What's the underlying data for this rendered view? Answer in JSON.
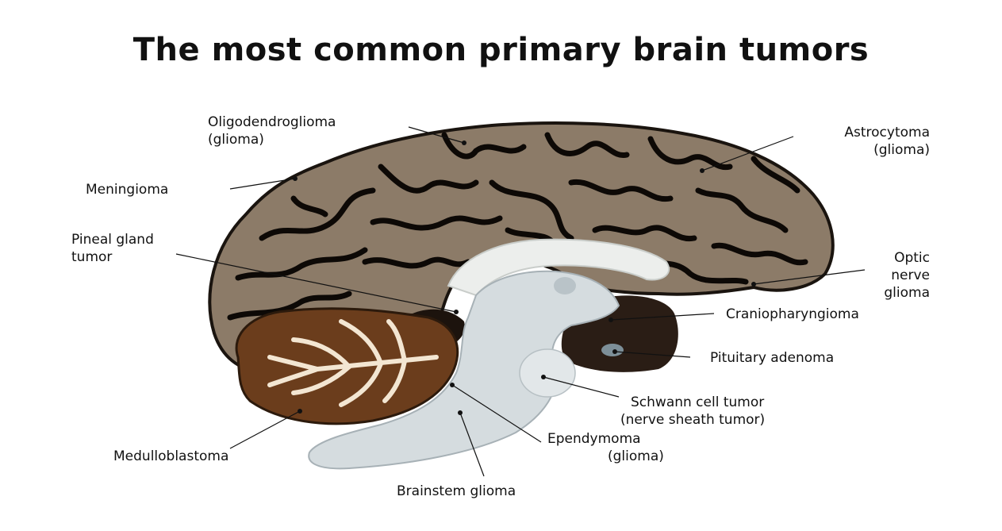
{
  "title": "The most common primary brain tumors",
  "labels": {
    "oligodendroglioma": [
      "Oligodendroglioma",
      "(glioma)"
    ],
    "astrocytoma": [
      "Astrocytoma",
      "(glioma)"
    ],
    "meningioma": [
      "Meningioma"
    ],
    "pineal": [
      "Pineal gland",
      "tumor"
    ],
    "optic": [
      "Optic",
      "nerve",
      "glioma"
    ],
    "craniopharyngioma": [
      "Craniopharyngioma"
    ],
    "pituitary": [
      "Pituitary adenoma"
    ],
    "schwann": [
      "Schwann cell tumor",
      "(nerve sheath tumor)"
    ],
    "medulloblastoma": [
      "Medulloblastoma"
    ],
    "ependymoma": [
      "Ependymoma",
      "(glioma)"
    ],
    "brainstem": [
      "Brainstem glioma"
    ]
  },
  "colors": {
    "cortex": "#8c7b68",
    "cortex_outline": "#1a140f",
    "sulci": "#0d0906",
    "cerebellum": "#6b3d1c",
    "arbor_vitae": "#f3e6d2",
    "brainstem": "#d5dcdf",
    "corpus_callosum": "#eceeec",
    "pituitary_region": "#2a1d15"
  }
}
